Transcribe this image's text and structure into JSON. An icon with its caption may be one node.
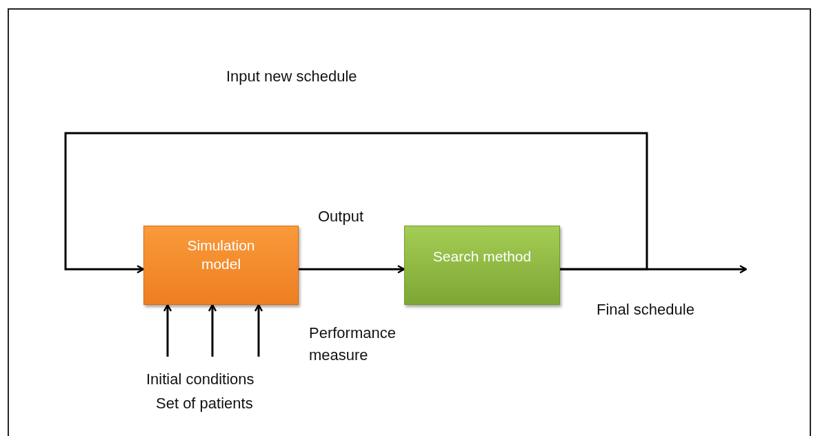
{
  "diagram": {
    "nodes": [
      {
        "text": [
          "Simulation model"
        ]
      },
      {
        "text": [
          "Search method"
        ]
      }
    ],
    "edges": [
      {
        "from": 0,
        "to": 1,
        "arrow": "to"
      },
      {
        "from": 1,
        "to": 0,
        "arrow": "to"
      },
      {
        "from": 1,
        "to": null,
        "arrow": "to"
      },
      {
        "from": null,
        "to": 0,
        "arrow": "to"
      },
      {
        "from": null,
        "to": 0,
        "arrow": "to"
      },
      {
        "from": null,
        "to": 0,
        "arrow": "to"
      }
    ],
    "labels": [
      "Input new schedule",
      "Output",
      "Final schedule",
      "Performance measure",
      "Initial conditions",
      "Set of patients"
    ]
  }
}
